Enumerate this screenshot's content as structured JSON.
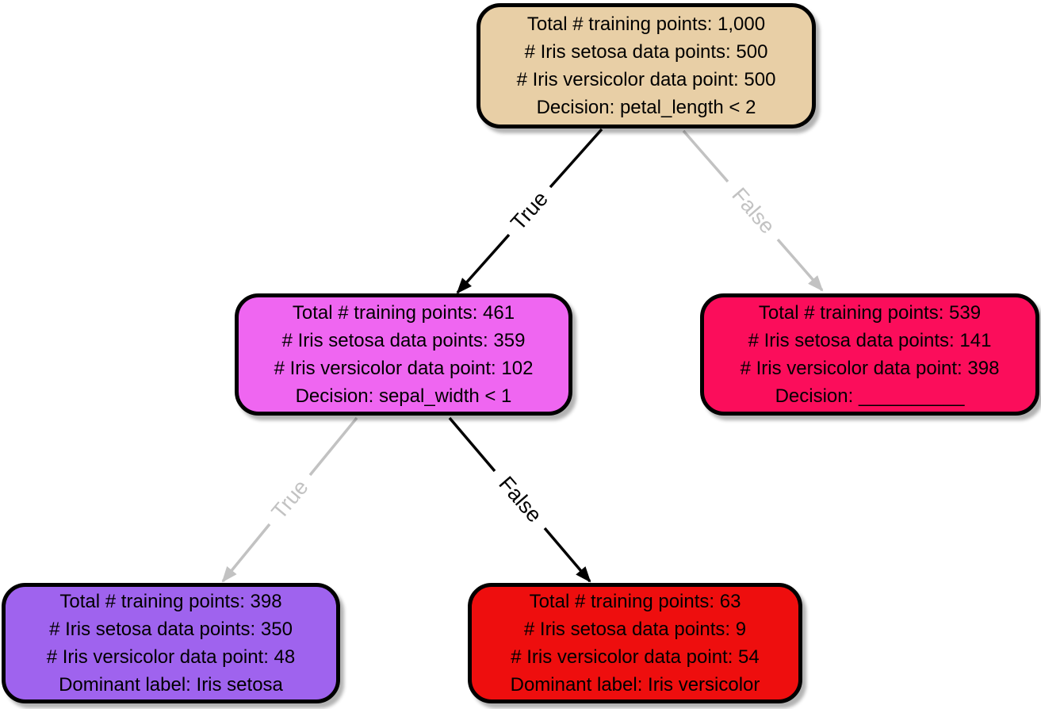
{
  "diagram": {
    "type": "decision-tree",
    "background": "#ffffff",
    "edge_colors": {
      "black": "#000000",
      "gray": "#c2c2c2"
    },
    "nodes": [
      {
        "id": "root",
        "fill": "#e8cfa6",
        "border": "#000000",
        "lines": [
          "Total # training points: 1,000",
          "# Iris setosa data points: 500",
          "# Iris versicolor data point: 500",
          "Decision: petal_length < 2"
        ]
      },
      {
        "id": "left-child",
        "fill": "#ef66f1",
        "border": "#000000",
        "lines": [
          "Total # training points: 461",
          "# Iris setosa data points: 359",
          "# Iris versicolor data point: 102",
          "Decision: sepal_width < 1"
        ]
      },
      {
        "id": "right-child",
        "fill": "#fb0d5b",
        "border": "#000000",
        "lines": [
          "Total # training points: 539",
          "# Iris setosa data points: 141",
          "# Iris versicolor data point: 398",
          "Decision: __________"
        ]
      },
      {
        "id": "left-left-leaf",
        "fill": "#9f63ee",
        "border": "#000000",
        "lines": [
          "Total # training points: 398",
          "# Iris setosa data points: 350",
          "# Iris versicolor data point: 48",
          "Dominant label: Iris setosa"
        ]
      },
      {
        "id": "left-right-leaf",
        "fill": "#ee0e0e",
        "border": "#000000",
        "lines": [
          "Total # training points: 63",
          "# Iris setosa data points: 9",
          "# Iris versicolor data point: 54",
          "Dominant label: Iris versicolor"
        ]
      }
    ],
    "edges": [
      {
        "from": "root",
        "to": "left-child",
        "label": "True",
        "color": "#000000"
      },
      {
        "from": "root",
        "to": "right-child",
        "label": "False",
        "color": "#c2c2c2"
      },
      {
        "from": "left-child",
        "to": "left-left-leaf",
        "label": "True",
        "color": "#c2c2c2"
      },
      {
        "from": "left-child",
        "to": "left-right-leaf",
        "label": "False",
        "color": "#000000"
      }
    ]
  }
}
